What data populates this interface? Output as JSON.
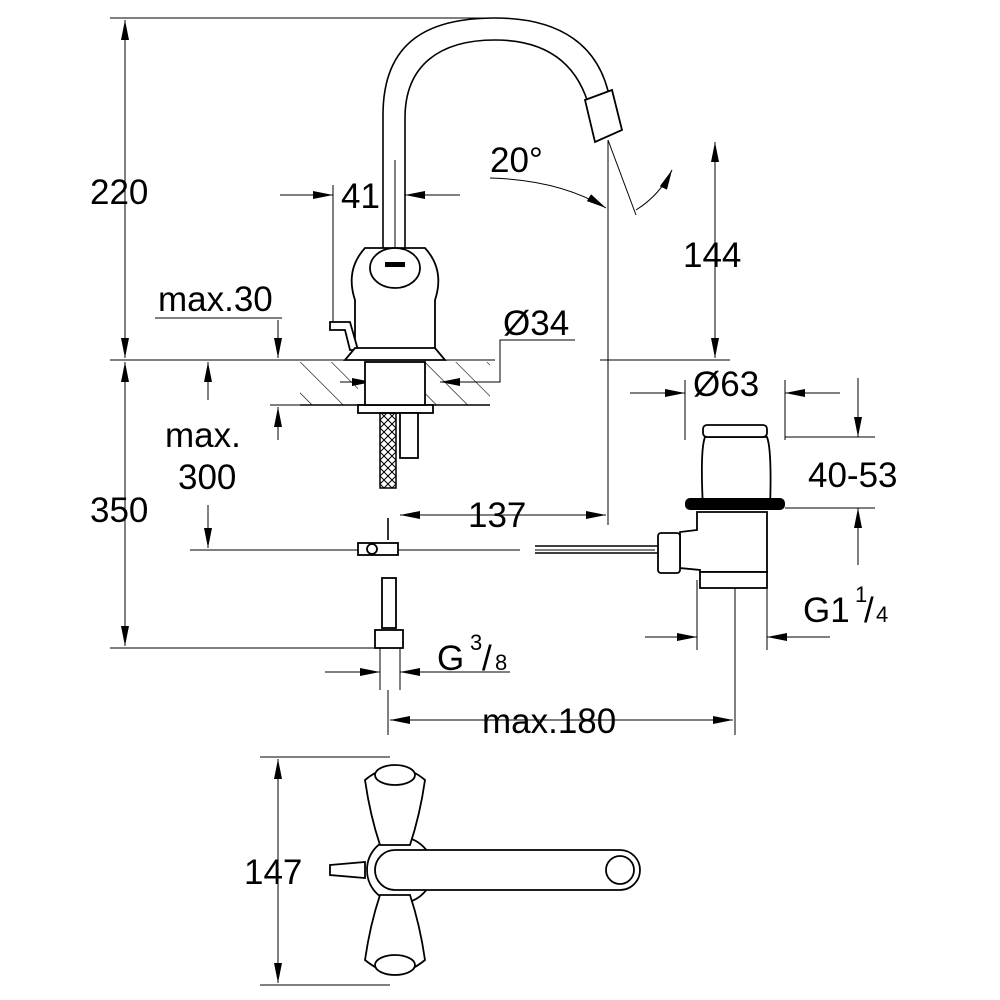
{
  "drawing": {
    "colors": {
      "line": "#000000",
      "background": "#ffffff"
    },
    "dimensions": {
      "height_total": "220",
      "spout_width": "41",
      "deck_thickness": "max.30",
      "hole_diameter": "Ø34",
      "spout_angle": "20°",
      "spout_outlet_height": "144",
      "drain_diameter": "Ø63",
      "max_label": "max.",
      "max_hose": "300",
      "below_deck": "350",
      "spout_reach": "137",
      "drain_height": "40-53",
      "drain_thread_main": "G1",
      "drain_thread_num": "1",
      "drain_thread_den": "4",
      "supply_thread_main": "G",
      "supply_thread_num": "3",
      "supply_thread_den": "8",
      "max_rod": "max.180",
      "handle_span": "147"
    }
  }
}
